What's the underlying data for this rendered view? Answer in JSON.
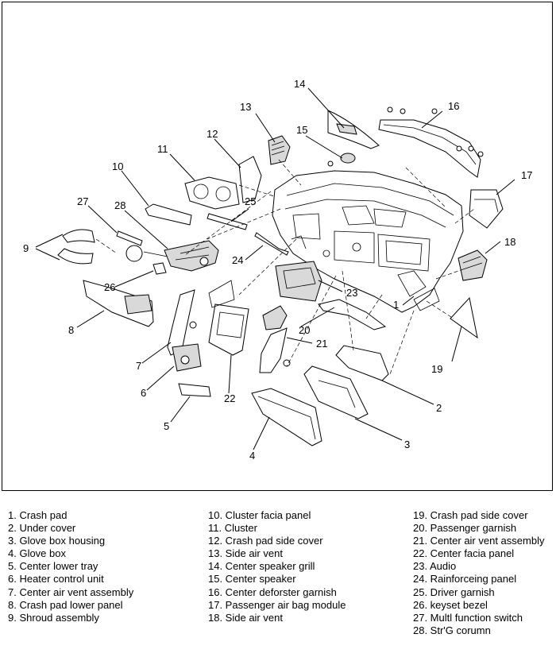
{
  "callouts": {
    "c1": "1",
    "c2": "2",
    "c3": "3",
    "c4": "4",
    "c5": "5",
    "c6": "6",
    "c7": "7",
    "c8": "8",
    "c9": "9",
    "c10": "10",
    "c11": "11",
    "c12": "12",
    "c13": "13",
    "c14": "14",
    "c15": "15",
    "c16": "16",
    "c17": "17",
    "c18": "18",
    "c19": "19",
    "c20": "20",
    "c21": "21",
    "c22a": "22",
    "c22b": "22",
    "c23": "23",
    "c24": "24",
    "c25": "25",
    "c26": "26",
    "c27": "27",
    "c28": "28"
  },
  "legend": {
    "col1": [
      "1. Crash pad",
      "2. Under cover",
      "3. Glove box housing",
      "4. Glove box",
      "5. Center lower tray",
      "6. Heater control unit",
      "7. Center air vent assembly",
      "8. Crash pad lower panel",
      "9. Shroud assembly"
    ],
    "col2": [
      "10. Cluster facia panel",
      "11. Cluster",
      "12. Crash pad side cover",
      "13. Side air vent",
      "14. Center speaker grill",
      "15. Center speaker",
      "16. Center deforster garnish",
      "17. Passenger air bag module",
      "18. Side air vent"
    ],
    "col3": [
      "19. Crash pad side cover",
      "20. Passenger garnish",
      "21. Center air vent assembly",
      "22. Center facia panel",
      "23. Audio",
      "24. Rainforceing panel",
      "25. Driver garnish",
      "26. keyset bezel",
      "27. Multl function switch",
      "28.  Str'G corumn"
    ]
  }
}
